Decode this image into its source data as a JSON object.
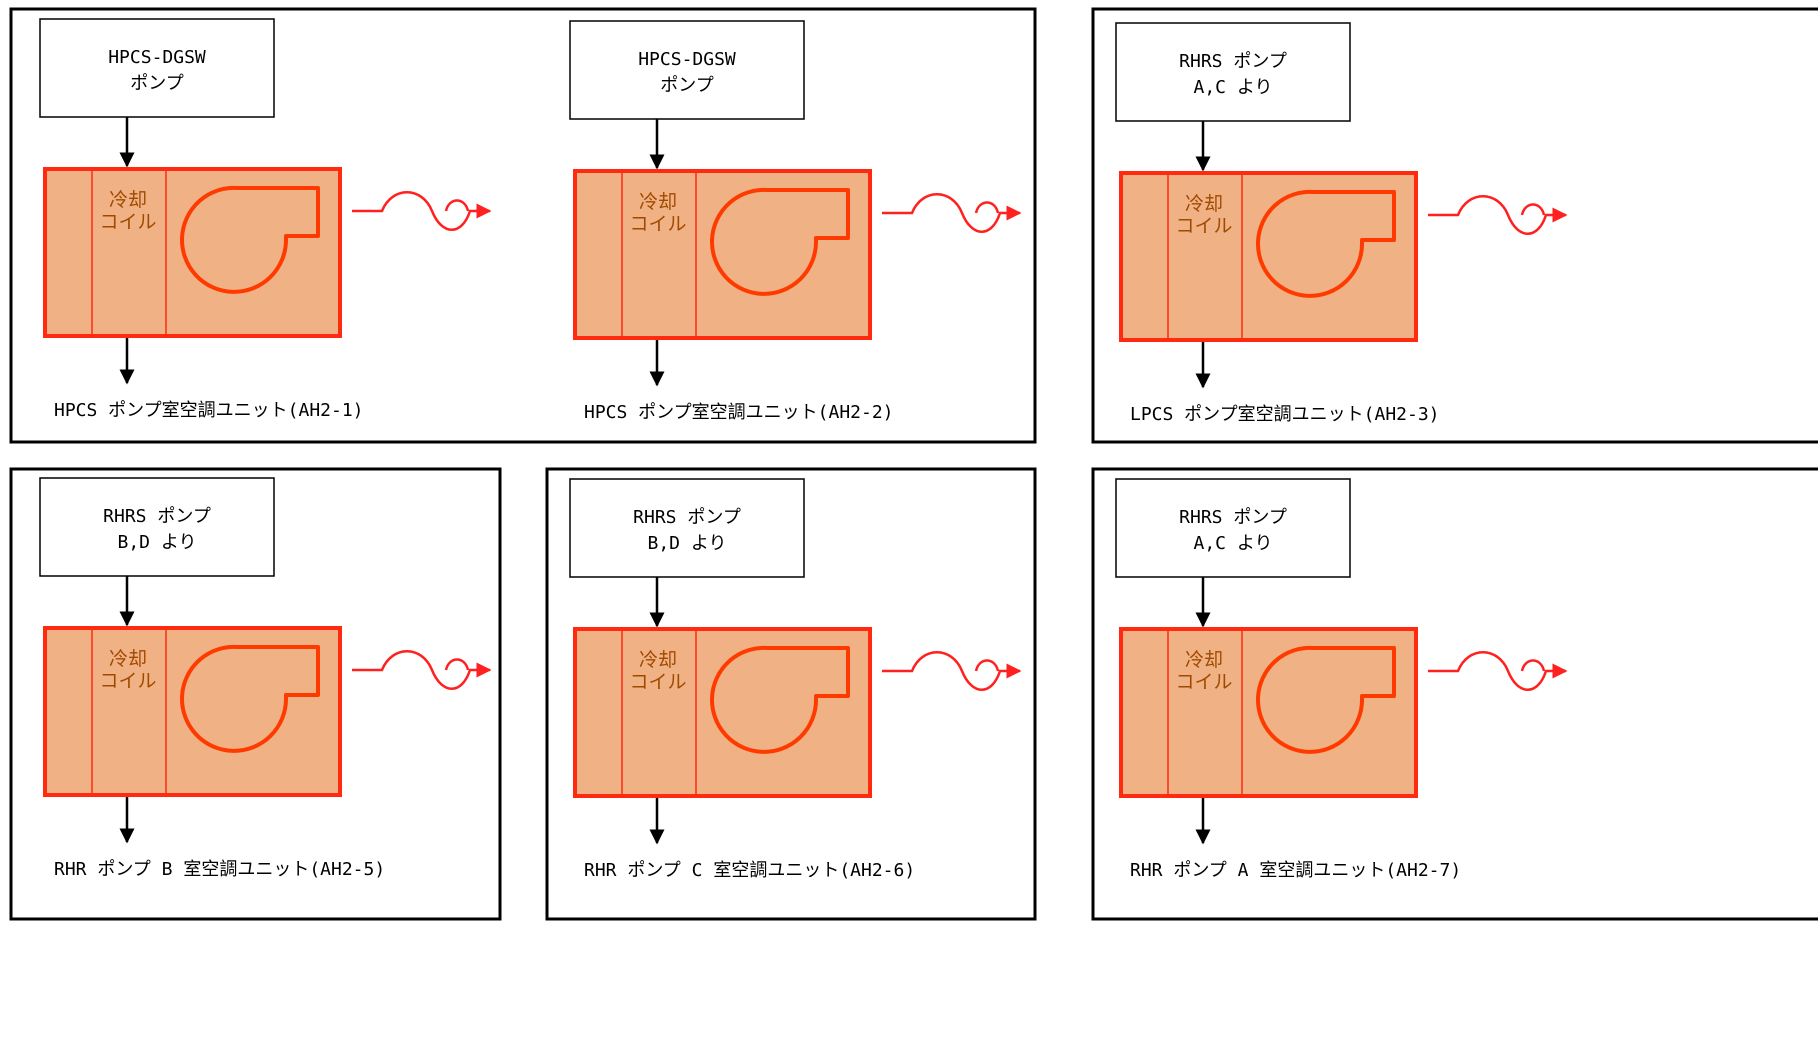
{
  "units": [
    {
      "source": [
        "HPCS-DGSW",
        "ポンプ"
      ],
      "coil": [
        "冷却",
        "コイル"
      ],
      "label": "HPCS ポンプ室空調ユニット(AH2-1)"
    },
    {
      "source": [
        "HPCS-DGSW",
        "ポンプ"
      ],
      "coil": [
        "冷却",
        "コイル"
      ],
      "label": "HPCS ポンプ室空調ユニット(AH2-2)"
    },
    {
      "source": [
        "RHRS ポンプ",
        "A,C より"
      ],
      "coil": [
        "冷却",
        "コイル"
      ],
      "label": "LPCS ポンプ室空調ユニット(AH2-3)"
    },
    {
      "source": [
        "RHRS ポンプ",
        "B,D より"
      ],
      "coil": [
        "冷却",
        "コイル"
      ],
      "label": "RHR ポンプ B 室空調ユニット(AH2-5)"
    },
    {
      "source": [
        "RHRS ポンプ",
        "B,D より"
      ],
      "coil": [
        "冷却",
        "コイル"
      ],
      "label": "RHR ポンプ C 室空調ユニット(AH2-6)"
    },
    {
      "source": [
        "RHRS ポンプ",
        "A,C より"
      ],
      "coil": [
        "冷却",
        "コイル"
      ],
      "label": "RHR ポンプ A 室空調ユニット(AH2-7)"
    }
  ],
  "colors": {
    "unit_fill": "#f0b284",
    "unit_border": "#ff2a10",
    "fan_stroke": "#ff3a00",
    "airflow": "#ff2020",
    "line": "#000000"
  }
}
